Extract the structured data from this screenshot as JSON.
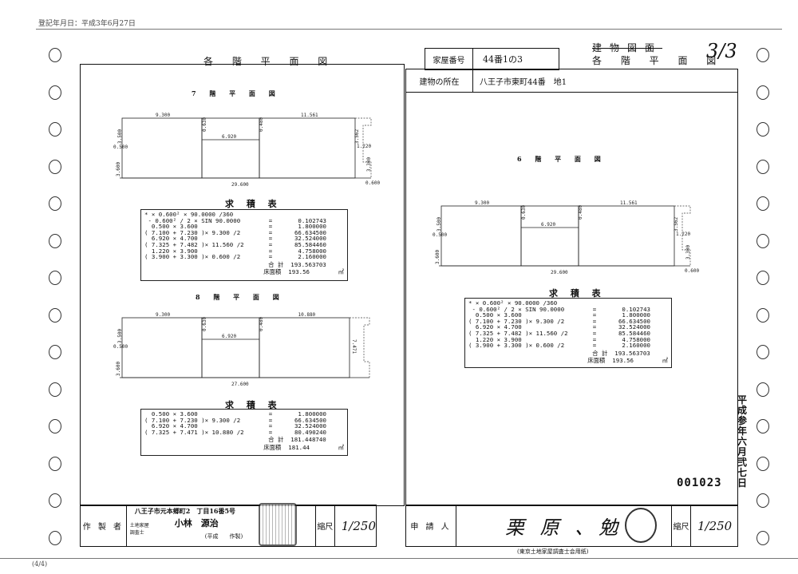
{
  "registration_date": "登記年月日：平成3年6月27日",
  "page_counter": "(4/4)",
  "left_title": "各 階 平 面 図",
  "header": {
    "house_number_label": "家屋番号",
    "house_number": "44番1の3",
    "location_label": "建物の所在",
    "location": "八王子市東町44番　地1",
    "doc_title_struck": "建物図面",
    "doc_title": "各 階 平 面 図",
    "sheet": "3/3"
  },
  "floors": [
    {
      "title": "7 階 平 面 図",
      "dims": {
        "top_left": "9.300",
        "top_right": "11.561",
        "mid": "6.920",
        "bottom": "29.600",
        "left_upper": "3.500",
        "left_lower": "3.600",
        "left_small": "0.500",
        "v1": "0.630",
        "v2": "0.480",
        "right_upper": "3.562",
        "right_small": "1.220",
        "right_lower": "3.300",
        "corner": "0.600"
      },
      "calc_title": "求 積 表",
      "rows": [
        [
          "* × 0.600² × 90.0000 /360",
          "",
          ""
        ],
        [
          " - 0.600² / 2 × SIN 90.0000",
          "=",
          "0.102743"
        ],
        [
          "  0.500 × 3.600",
          "=",
          "1.800000"
        ],
        [
          "( 7.100 + 7.230 )× 9.300 /2",
          "=",
          "66.634500"
        ],
        [
          "  6.920 × 4.700",
          "=",
          "32.524000"
        ],
        [
          "( 7.325 + 7.482 )× 11.560 /2",
          "=",
          "85.584460"
        ],
        [
          "  1.220 × 3.900",
          "=",
          "4.758000"
        ],
        [
          "( 3.900 + 3.300 )× 0.600 /2",
          "=",
          "2.160000"
        ]
      ],
      "total_label": "合 計",
      "total": "193.563703",
      "floor_area_label": "床面積",
      "floor_area": "193.56",
      "unit": "㎡"
    },
    {
      "title": "8 階 平 面 図",
      "dims": {
        "top_left": "9.300",
        "top_right": "10.880",
        "mid": "6.920",
        "bottom": "27.600",
        "left_upper": "3.500",
        "left_lower": "3.600",
        "left_small": "0.500",
        "v1": "0.630",
        "v2": "0.480",
        "right": "7.471"
      },
      "calc_title": "求 積 表",
      "rows": [
        [
          "  0.500 × 3.600",
          "=",
          "1.800000"
        ],
        [
          "( 7.100 + 7.230 )× 9.300 /2",
          "=",
          "66.634500"
        ],
        [
          "  6.920 × 4.700",
          "=",
          "32.524000"
        ],
        [
          "( 7.325 + 7.471 )× 10.880 /2",
          "=",
          "80.490240"
        ]
      ],
      "total_label": "合 計",
      "total": "181.448740",
      "floor_area_label": "床面積",
      "floor_area": "181.44",
      "unit": "㎡"
    },
    {
      "title": "6 階 平 面 図",
      "dims": {
        "top_left": "9.300",
        "top_right": "11.561",
        "mid": "6.920",
        "bottom": "29.600",
        "left_upper": "3.500",
        "left_lower": "3.600",
        "left_small": "0.500",
        "v1": "0.630",
        "v2": "0.480",
        "right_upper": "3.562",
        "right_small": "1.220",
        "right_lower": "3.300",
        "corner": "0.600"
      },
      "calc_title": "求 積 表",
      "rows": [
        [
          "* × 0.600² × 90.0000 /360",
          "",
          ""
        ],
        [
          " - 0.600² / 2 × SIN 90.0000",
          "=",
          "0.102743"
        ],
        [
          "  0.500 × 3.600",
          "=",
          "1.800000"
        ],
        [
          "( 7.100 + 7.230 )× 9.300 /2",
          "=",
          "66.634500"
        ],
        [
          "  6.920 × 4.700",
          "=",
          "32.524000"
        ],
        [
          "( 7.325 + 7.482 )× 11.560 /2",
          "=",
          "85.584460"
        ],
        [
          "  1.220 × 3.900",
          "=",
          "4.758000"
        ],
        [
          "( 3.900 + 3.300 )× 0.600 /2",
          "=",
          "2.160000"
        ]
      ],
      "total_label": "合 計",
      "total": "193.563703",
      "floor_area_label": "床面積",
      "floor_area": "193.56",
      "unit": "㎡"
    }
  ],
  "date_vertical": "平成参年六月弐七日",
  "doc_number": "001023",
  "footer": {
    "maker_label": "作 製 者",
    "maker_address": "八王子市元本郷町2　丁目16番5号",
    "maker_title": "土地家屋調査士",
    "maker_name": "小林　源治",
    "made_note": "(平成　　作製)",
    "scale_label": "縮尺",
    "scale_left": "1/250",
    "applicant_label": "申 請 人",
    "applicant_sign": "栗 原 、勉",
    "scale_right": "1/250",
    "form_note": "(東京土地家屋調査士会用紙)"
  }
}
